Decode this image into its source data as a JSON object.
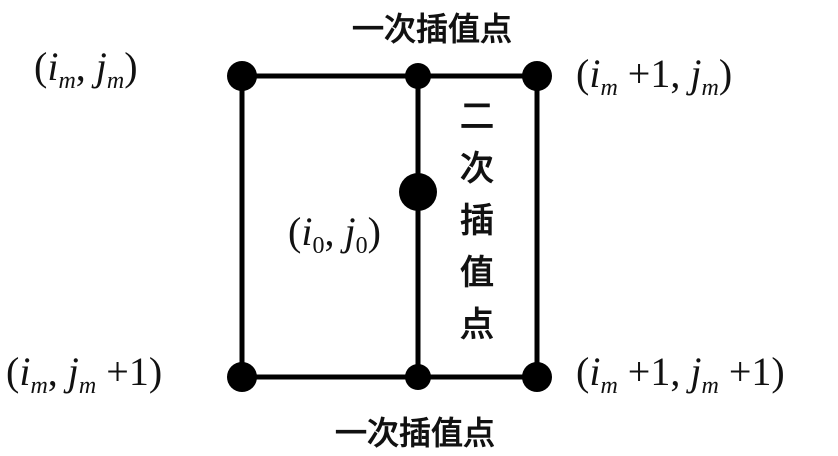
{
  "diagram": {
    "type": "interpolation-grid",
    "colors": {
      "line": "#000000",
      "node": "#000000",
      "text": "#111111",
      "background": "#ffffff"
    },
    "labels": {
      "top_linear": "一次插值点",
      "bottom_linear": "一次插值点",
      "quadratic_vertical": [
        "二",
        "次",
        "插",
        "值",
        "点"
      ]
    },
    "corners": {
      "top_left": {
        "open": "(",
        "i": "i",
        "i_sub": "m",
        "sep": ", ",
        "j": "j",
        "j_sub": "m",
        "close": ")"
      },
      "top_right": {
        "open": "(",
        "i": "i",
        "i_sub": "m",
        "i_plus": " +1, ",
        "j": "j",
        "j_sub": "m",
        "close": ")"
      },
      "bottom_left": {
        "open": "(",
        "i": "i",
        "i_sub": "m",
        "sep": ", ",
        "j": "j",
        "j_sub": "m",
        "j_plus": " +1",
        "close": ")"
      },
      "bottom_right": {
        "open": "(",
        "i": "i",
        "i_sub": "m",
        "i_plus": " +1, ",
        "j": "j",
        "j_sub": "m",
        "j_plus": " +1",
        "close": ")"
      }
    },
    "center": {
      "open": "(",
      "i": "i",
      "i_sub": "0",
      "sep": ", ",
      "j": "j",
      "j_sub": "0",
      "close": ")"
    }
  }
}
